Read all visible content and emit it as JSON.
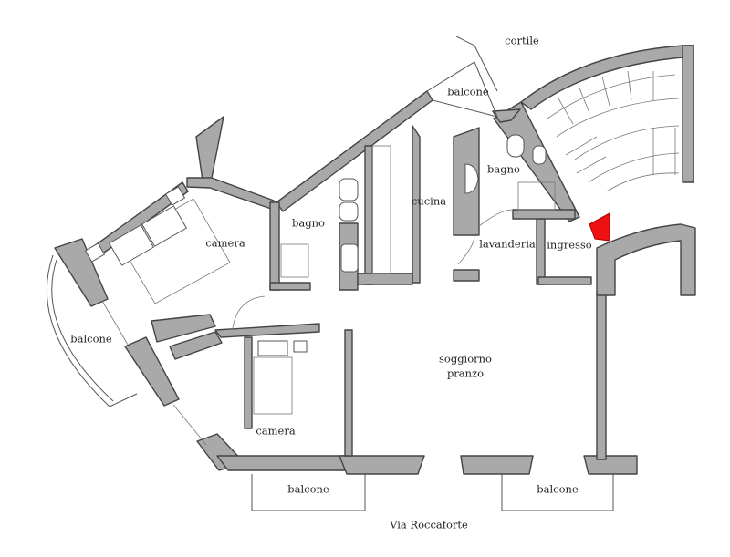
{
  "labels": {
    "cortile": "cortile",
    "balcone_top": "balcone",
    "bagno_upper": "bagno",
    "bagno_middle": "bagno",
    "cucina": "cucina",
    "camera_upper": "camera",
    "balcone_left": "balcone",
    "lavanderia": "lavanderia",
    "ingresso": "ingresso",
    "soggiorno_line1": "soggiorno",
    "soggiorno_line2": "pranzo",
    "camera_lower": "camera",
    "balcone_bottom_left": "balcone",
    "balcone_bottom_right": "balcone",
    "street": "Via Roccaforte"
  },
  "colors": {
    "wall_fill": "#a9a9a9",
    "wall_stroke": "#444444",
    "entrance_arrow": "#ee1111"
  },
  "icons": {
    "entrance": "entrance-arrow-icon"
  }
}
